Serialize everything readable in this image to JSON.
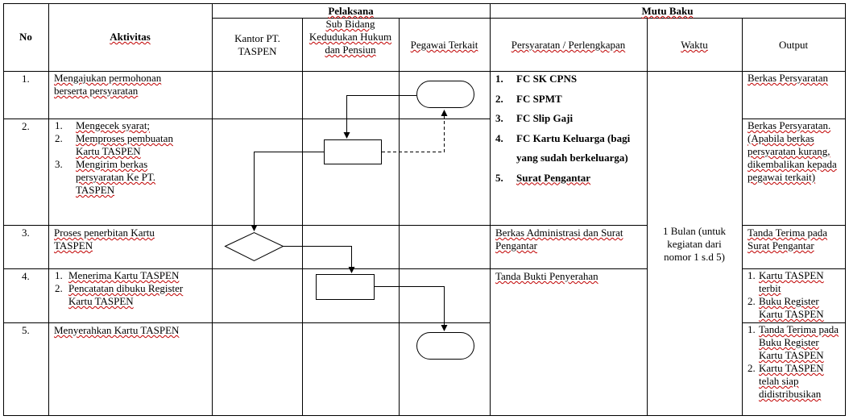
{
  "header": {
    "no": "No",
    "aktivitas": "Aktivitas",
    "pelaksana": "Pelaksana",
    "mutu_baku": "Mutu Baku",
    "kantor": "Kantor PT. TASPEN",
    "sub_bidang": "Sub Bidang Kedudukan Hukum dan Pensiun",
    "pegawai": "Pegawai Terkait",
    "persyaratan": "Persyaratan / Perlengkapan",
    "waktu": "Waktu",
    "output": "Output"
  },
  "rows": [
    {
      "no": "1.",
      "activity": "Mengajukan permohonan berserta persyaratan",
      "output": "Berkas Persyaratan"
    },
    {
      "no": "2.",
      "activity_items": [
        "Mengecek syarat;",
        "Memproses pembuatan Kartu TASPEN",
        "Mengirim berkas persyaratan Ke PT. TASPEN"
      ],
      "output": "Berkas Persyaratan. (Apabila berkas persyaratan kurang, dikembalikan kepada pegawai terkait)"
    },
    {
      "no": "3.",
      "activity": "Proses penerbitan Kartu TASPEN",
      "requirement": "Berkas Administrasi dan Surat Pengantar",
      "output": "Tanda Terima pada Surat Pengantar"
    },
    {
      "no": "4.",
      "activity_items": [
        "Menerima Kartu TASPEN",
        "Pencatatan dibuku Register Kartu TASPEN"
      ],
      "requirement": "Tanda Bukti Penyerahan",
      "output_items": [
        "Kartu TASPEN terbit",
        "Buku Register Kartu TASPEN"
      ]
    },
    {
      "no": "5.",
      "activity": "Menyerahkan Kartu TASPEN",
      "output_items": [
        "Tanda Terima pada Buku Register Kartu TASPEN",
        "Kartu TASPEN telah siap didistribusikan"
      ]
    }
  ],
  "requirements_list": [
    "FC SK CPNS",
    "FC SPMT",
    "FC Slip Gaji",
    "FC Kartu Keluarga (bagi yang sudah berkeluarga)",
    "Surat Pengantar"
  ],
  "waktu_value": "1 Bulan (untuk kegiatan dari nomor 1 s.d 5)"
}
